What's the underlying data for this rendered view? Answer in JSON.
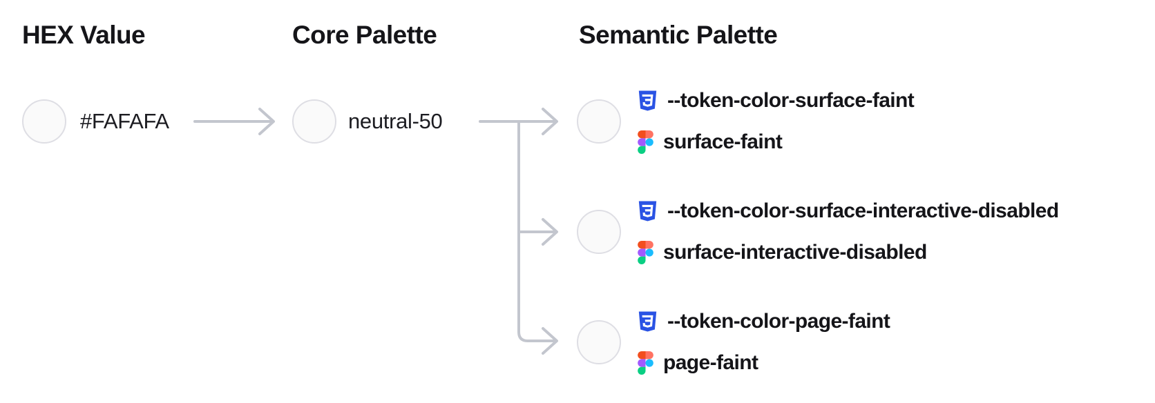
{
  "columns": [
    {
      "label": "HEX Value"
    },
    {
      "label": "Core Palette"
    },
    {
      "label": "Semantic Palette"
    }
  ],
  "hex": {
    "label": "#FAFAFA",
    "swatch_color": "#FAFAFA"
  },
  "core": {
    "label": "neutral-50",
    "swatch_color": "#FAFAFA"
  },
  "semantic": {
    "rows": [
      {
        "css_token": "--token-color-surface-faint",
        "figma_token": "surface-faint",
        "swatch_color": "#FAFAFA"
      },
      {
        "css_token": "--token-color-surface-interactive-disabled",
        "figma_token": "surface-interactive-disabled",
        "swatch_color": "#FAFAFA"
      },
      {
        "css_token": "--token-color-page-faint",
        "figma_token": "page-faint",
        "swatch_color": "#FAFAFA"
      }
    ]
  },
  "icons": {
    "css_badge": "css3-badge-icon",
    "figma": "figma-logo-icon"
  },
  "colors": {
    "text": "#151519",
    "connector": "#C3C6CE",
    "swatch_fill": "#FAFAFA",
    "swatch_border": "#DEDEE4",
    "css_icon_blue": "#2A53E4",
    "figma_orange": "#F24E1E",
    "figma_salmon": "#FF7262",
    "figma_purple": "#A259FF",
    "figma_blue": "#1ABCFE",
    "figma_green": "#0ACF83"
  }
}
